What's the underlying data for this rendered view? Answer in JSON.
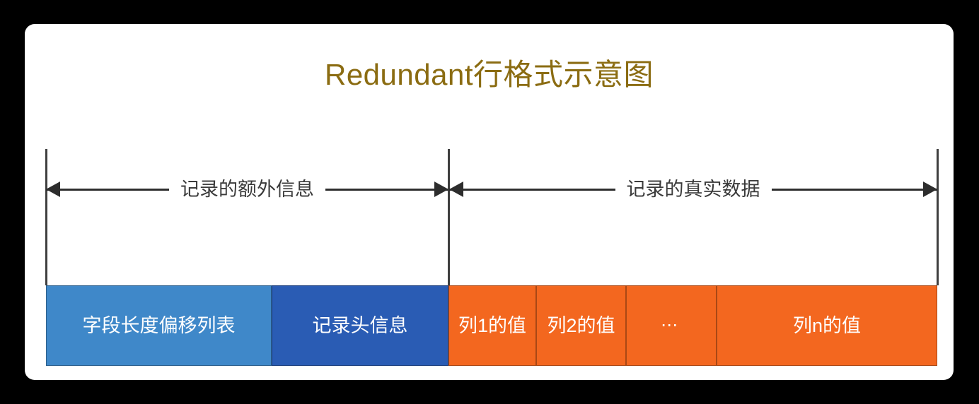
{
  "title": "Redundant行格式示意图",
  "colors": {
    "page_background": "#000000",
    "card_background": "#ffffff",
    "title_text": "#8b6c12",
    "line": "#2d2d2d",
    "field_length_box": "#3f88c9",
    "record_header_box": "#2a5cb4",
    "column_box": "#f3671f",
    "box_text": "#ffffff"
  },
  "sections": [
    {
      "label": "记录的额外信息"
    },
    {
      "label": "记录的真实数据"
    }
  ],
  "extra_info_boxes": [
    {
      "label": "字段长度偏移列表",
      "color": "#3f88c9"
    },
    {
      "label": "记录头信息",
      "color": "#2a5cb4"
    }
  ],
  "real_data_boxes": [
    {
      "label": "列1的值",
      "color": "#f3671f"
    },
    {
      "label": "列2的值",
      "color": "#f3671f"
    },
    {
      "label": "⋯",
      "color": "#f3671f"
    },
    {
      "label": "列n的值",
      "color": "#f3671f"
    }
  ]
}
